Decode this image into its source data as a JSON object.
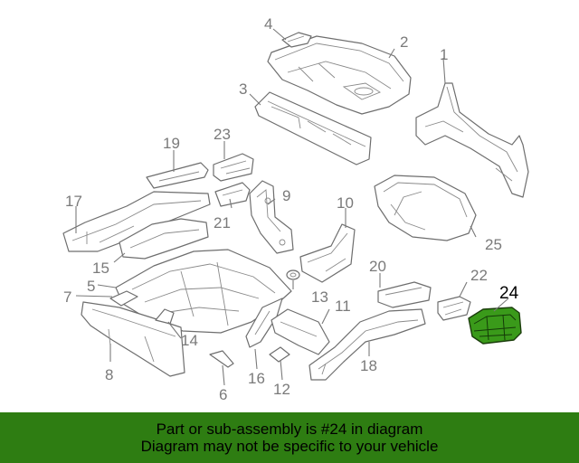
{
  "callouts": {
    "c1": "1",
    "c2": "2",
    "c3": "3",
    "c4": "4",
    "c5": "5",
    "c6": "6",
    "c7": "7",
    "c8": "8",
    "c9": "9",
    "c10": "10",
    "c11": "11",
    "c12": "12",
    "c13": "13",
    "c14": "14",
    "c15": "15",
    "c16": "16",
    "c17": "17",
    "c18": "18",
    "c19": "19",
    "c20": "20",
    "c21": "21",
    "c22": "22",
    "c23": "23",
    "c24": "24",
    "c25": "25"
  },
  "highlighted_part": "24",
  "highlight_color": "#3a9a1a",
  "banner": {
    "line1": "Part or sub-assembly is #24 in diagram",
    "line2": "Diagram may not be specific to your vehicle",
    "background": "#2e7d12"
  }
}
